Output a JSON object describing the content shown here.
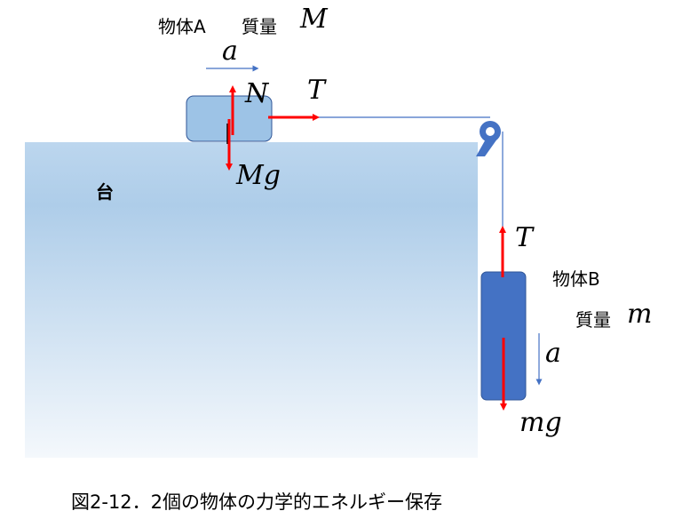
{
  "table": {
    "label": "台"
  },
  "block_a": {
    "name": "物体A",
    "mass_label": "質量",
    "mass_symbol": "M"
  },
  "block_b": {
    "name": "物体B",
    "mass_label": "質量",
    "mass_symbol": "m"
  },
  "forces": {
    "normal": "N",
    "tension_a": "T",
    "weight_a": "Mg",
    "tension_b": "T",
    "weight_b": "mg"
  },
  "acceleration": {
    "a_label": "a",
    "b_label": "a"
  },
  "caption": "図2-12．2個の物体の力学的エネルギー保存",
  "colors": {
    "table_top": "#aecde9",
    "table_bottom": "#f4f8fc",
    "block_a": "#9dc3e6",
    "block_b": "#4472c4",
    "force": "#ff0000",
    "string": "#4472c4"
  }
}
